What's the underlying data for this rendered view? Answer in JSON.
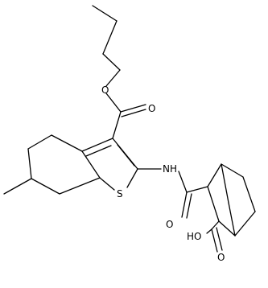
{
  "atoms": {
    "ester_o_double": "O",
    "ester_o_single": "O",
    "ring_sulfur": "S",
    "amide_nh": "NH",
    "amide_o": "O",
    "acid_oh": "HO",
    "acid_o_double": "O"
  },
  "colors": {
    "bond": "#000000",
    "label": "#000000",
    "background": "#ffffff"
  }
}
